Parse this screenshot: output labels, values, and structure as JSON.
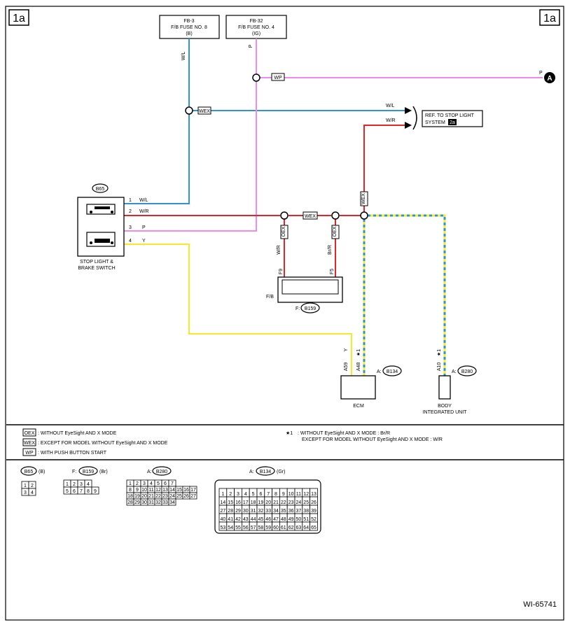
{
  "page_label": "1a",
  "figure_code": "WI-65741",
  "fuses": [
    {
      "line1": "FB-3",
      "line2": "F/B FUSE NO. 8",
      "line3": "(B)",
      "wire": "W/L"
    },
    {
      "line1": "FB-32",
      "line2": "F/B FUSE NO. 4",
      "line3": "(IG)",
      "wire": "P"
    }
  ],
  "connector_a": "A",
  "wires": {
    "wl": "W/L",
    "wr": "W/R",
    "p": "P",
    "y": "Y",
    "brr": "Br/R"
  },
  "tags": {
    "wex": "WEX",
    "wp": "WP",
    "oex": "OEX"
  },
  "ref": {
    "line1": "REF. TO STOP LIGHT",
    "line2": "SYSTEM",
    "badge": "2a"
  },
  "switch": {
    "connector": "B65",
    "label1": "STOP LIGHT &",
    "label2": "BRAKE SWITCH",
    "pins": [
      {
        "num": "1",
        "wire": "W/L"
      },
      {
        "num": "2",
        "wire": "W/R"
      },
      {
        "num": "3",
        "wire": "P"
      },
      {
        "num": "4",
        "wire": "Y"
      }
    ]
  },
  "fb": {
    "label": "F/B",
    "pin1": "F9",
    "pin2": "F5",
    "conn_prefix": "F:",
    "conn": "B159"
  },
  "ecm": {
    "label": "ECM",
    "pin1": "A59",
    "pin2": "A48",
    "star": "★1",
    "conn_prefix": "A:",
    "conn": "B134"
  },
  "biu": {
    "line1": "BODY",
    "line2": "INTEGRATED UNIT",
    "pin": "A10",
    "star": "★1",
    "conn_prefix": "A:",
    "conn": "B280"
  },
  "legend": {
    "left": [
      {
        "tag": "OEX",
        "text": ": WITHOUT EyeSight AND X MODE"
      },
      {
        "tag": "WEX",
        "text": ": EXCEPT FOR MODEL WITHOUT EyeSight AND X MODE"
      },
      {
        "tag": "WP",
        "text": ": WITH PUSH BUTTON START"
      }
    ],
    "star_mark": "★1",
    "right_line1": ": WITHOUT EyeSight AND X MODE  : Br/R",
    "right_line2": "EXCEPT FOR MODEL WITHOUT EyeSight AND X MODE  : W/R"
  },
  "connectors": {
    "b65": {
      "id": "B65",
      "suffix": "(B)",
      "rows": [
        [
          "1",
          "2"
        ],
        [
          "3",
          "4"
        ]
      ]
    },
    "b159": {
      "prefix": "F:",
      "id": "B159",
      "suffix": "(Br)",
      "rows": [
        [
          "1",
          "2",
          "3",
          "4"
        ],
        [
          "5",
          "6",
          "7",
          "8",
          "9"
        ]
      ]
    },
    "b280": {
      "prefix": "A:",
      "id": "B280",
      "rows": [
        [
          "1",
          "2",
          "3",
          "4",
          "5",
          "6",
          "7"
        ],
        [
          "8",
          "9",
          "10",
          "11",
          "12",
          "13",
          "14",
          "15",
          "16",
          "17"
        ],
        [
          "18",
          "19",
          "20",
          "21",
          "22",
          "23",
          "24",
          "25",
          "26",
          "27"
        ],
        [
          "28",
          "29",
          "30",
          "31",
          "32",
          "33",
          "34"
        ]
      ]
    },
    "b134": {
      "prefix": "A:",
      "id": "B134",
      "suffix": "(Gr)",
      "rows": [
        [
          "1",
          "2",
          "3",
          "4",
          "5",
          "6",
          "7",
          "8",
          "9",
          "10",
          "11",
          "12",
          "13"
        ],
        [
          "14",
          "15",
          "16",
          "17",
          "18",
          "19",
          "20",
          "21",
          "22",
          "23",
          "24",
          "25",
          "26"
        ],
        [
          "27",
          "28",
          "29",
          "30",
          "31",
          "32",
          "33",
          "34",
          "35",
          "36",
          "37",
          "38",
          "39"
        ],
        [
          "40",
          "41",
          "42",
          "43",
          "44",
          "45",
          "46",
          "47",
          "48",
          "49",
          "50",
          "51",
          "52"
        ],
        [
          "53",
          "54",
          "55",
          "56",
          "57",
          "58",
          "59",
          "60",
          "61",
          "62",
          "63",
          "64",
          "65"
        ]
      ]
    }
  },
  "colors": {
    "blue": "#2f93d6",
    "pink": "#ef8bef",
    "red": "#e0262b",
    "yellow": "#f3ea2a"
  }
}
